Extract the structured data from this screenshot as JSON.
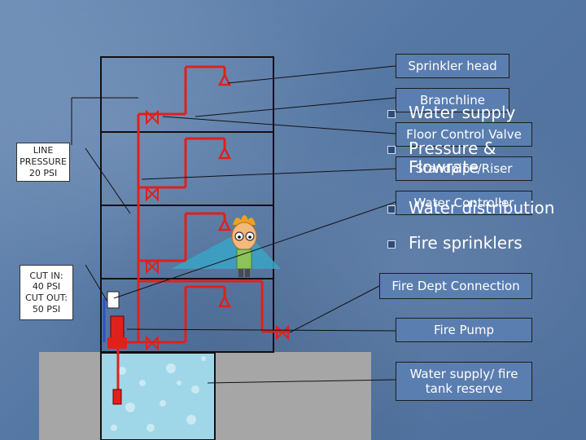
{
  "callouts": {
    "sprinkler_head": "Sprinkler head",
    "branchline": "Branchline",
    "floor_control_valve": "Floor Control Valve",
    "standpipe_riser": "Standpipe/Riser",
    "water_controller": "Water Controller",
    "fire_dept_connection": "Fire Dept Connection",
    "fire_pump": "Fire Pump",
    "water_supply_tank": "Water supply/ fire tank reserve"
  },
  "notes": {
    "line_pressure": "LINE PRESSURE 20 PSI",
    "cut_in_out": "CUT IN: 40 PSI CUT OUT: 50 PSI"
  },
  "bullets": [
    "Water supply",
    "Pressure & Flowrate",
    "Water distribution",
    "Fire sprinklers"
  ],
  "colors": {
    "pipe": "#e0201b",
    "building_line": "#111111",
    "water": "#9fd6e6",
    "ground": "#a7a7a7",
    "callout_bg": "#5a7eb0"
  }
}
